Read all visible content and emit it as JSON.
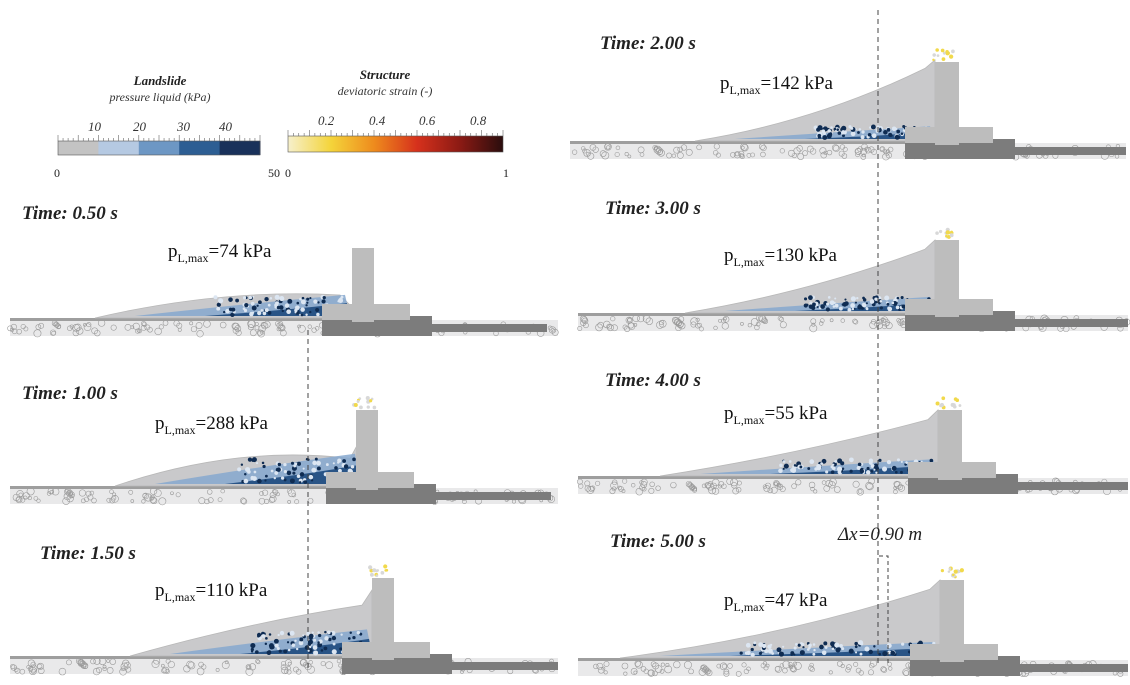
{
  "legend": {
    "landslide_title": "Landslide",
    "landslide_subtitle": "pressure liquid (kPa)",
    "landslide_ticks": [
      "10",
      "20",
      "30",
      "40"
    ],
    "landslide_min": "0",
    "landslide_max": "50",
    "landslide_colors": [
      "#c3c3c3",
      "#b5c9e2",
      "#6d97c4",
      "#2d5e93",
      "#19315a"
    ],
    "structure_title": "Structure",
    "structure_subtitle": "deviatoric strain (-)",
    "structure_ticks": [
      "0.2",
      "0.4",
      "0.6",
      "0.8"
    ],
    "structure_min": "0",
    "structure_max": "1",
    "structure_colors": [
      "#f6f0cc",
      "#f4d43a",
      "#ee8b1d",
      "#d6311c",
      "#8b1a14",
      "#2a0d0d"
    ]
  },
  "panels": [
    {
      "time": "Time: 0.50 s",
      "p_max": "74 kPa"
    },
    {
      "time": "Time: 1.00 s",
      "p_max": "288 kPa"
    },
    {
      "time": "Time: 1.50 s",
      "p_max": "110 kPa"
    },
    {
      "time": "Time: 2.00 s",
      "p_max": "142 kPa"
    },
    {
      "time": "Time: 3.00 s",
      "p_max": "130 kPa"
    },
    {
      "time": "Time: 4.00 s",
      "p_max": "55 kPa"
    },
    {
      "time": "Time: 5.00 s",
      "p_max": "47 kPa"
    }
  ],
  "pressure_symbol": "p",
  "pressure_subscript": "L,max",
  "delta_x": "Δx=0.90 m",
  "colors": {
    "structure_gray": "#bdbdbd",
    "ground_gray": "#7c7c7c",
    "slide_light": "#c9c9cb",
    "slide_dark": "#1e4a7e"
  }
}
